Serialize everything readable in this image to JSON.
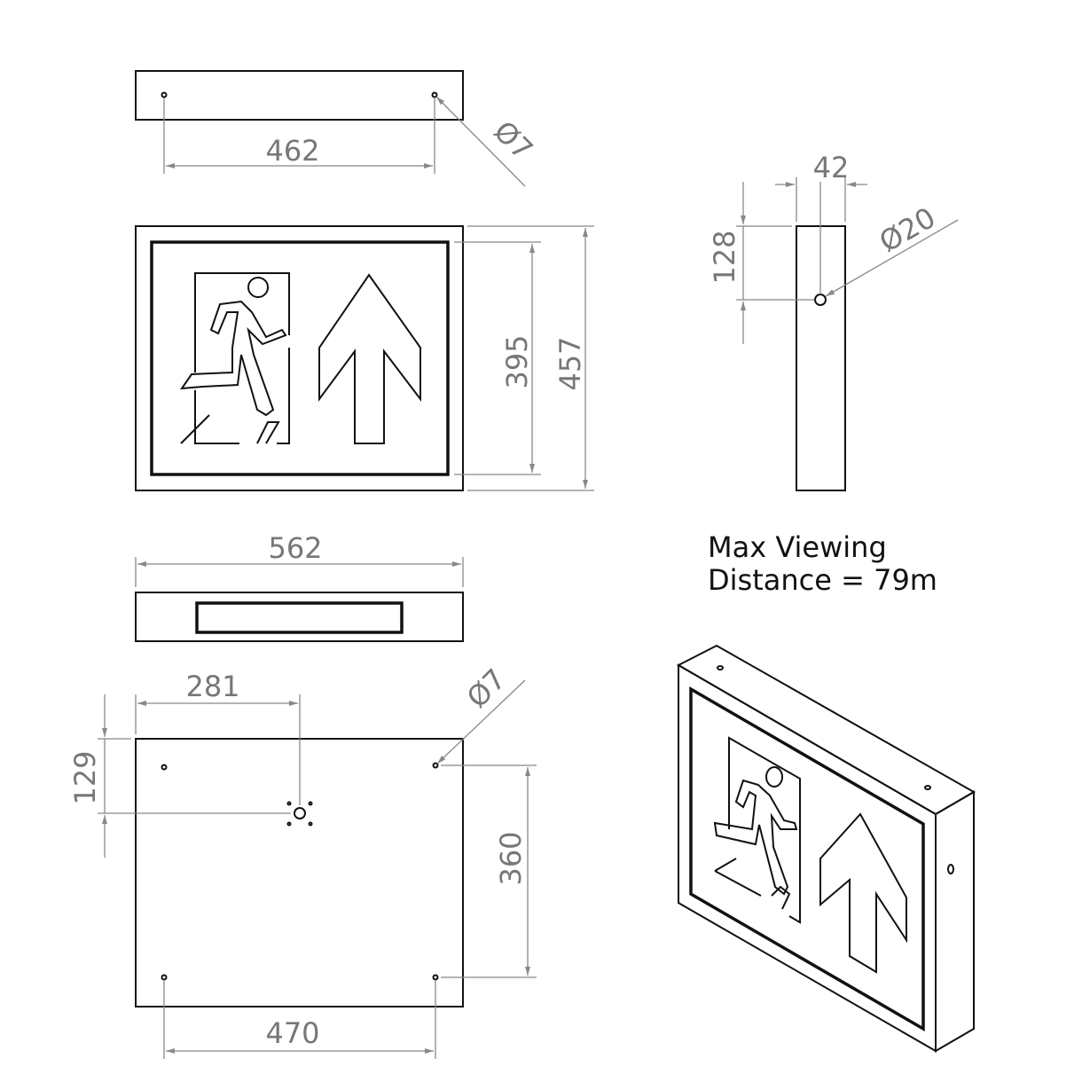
{
  "top_view": {
    "width_between_holes": "462",
    "hole_diameter": "Ø7"
  },
  "front_view": {
    "inner_height": "395",
    "outer_height": "457"
  },
  "side_view": {
    "depth": "42",
    "hole_offset": "128",
    "hole_diameter": "Ø20"
  },
  "bottom_view": {
    "width": "562"
  },
  "back_view": {
    "center_hole_x": "281",
    "center_hole_y": "129",
    "vertical_hole_spacing": "360",
    "horizontal_hole_spacing": "470",
    "hole_diameter": "Ø7"
  },
  "note": {
    "line1": "Max Viewing",
    "line2": "Distance = 79m"
  }
}
